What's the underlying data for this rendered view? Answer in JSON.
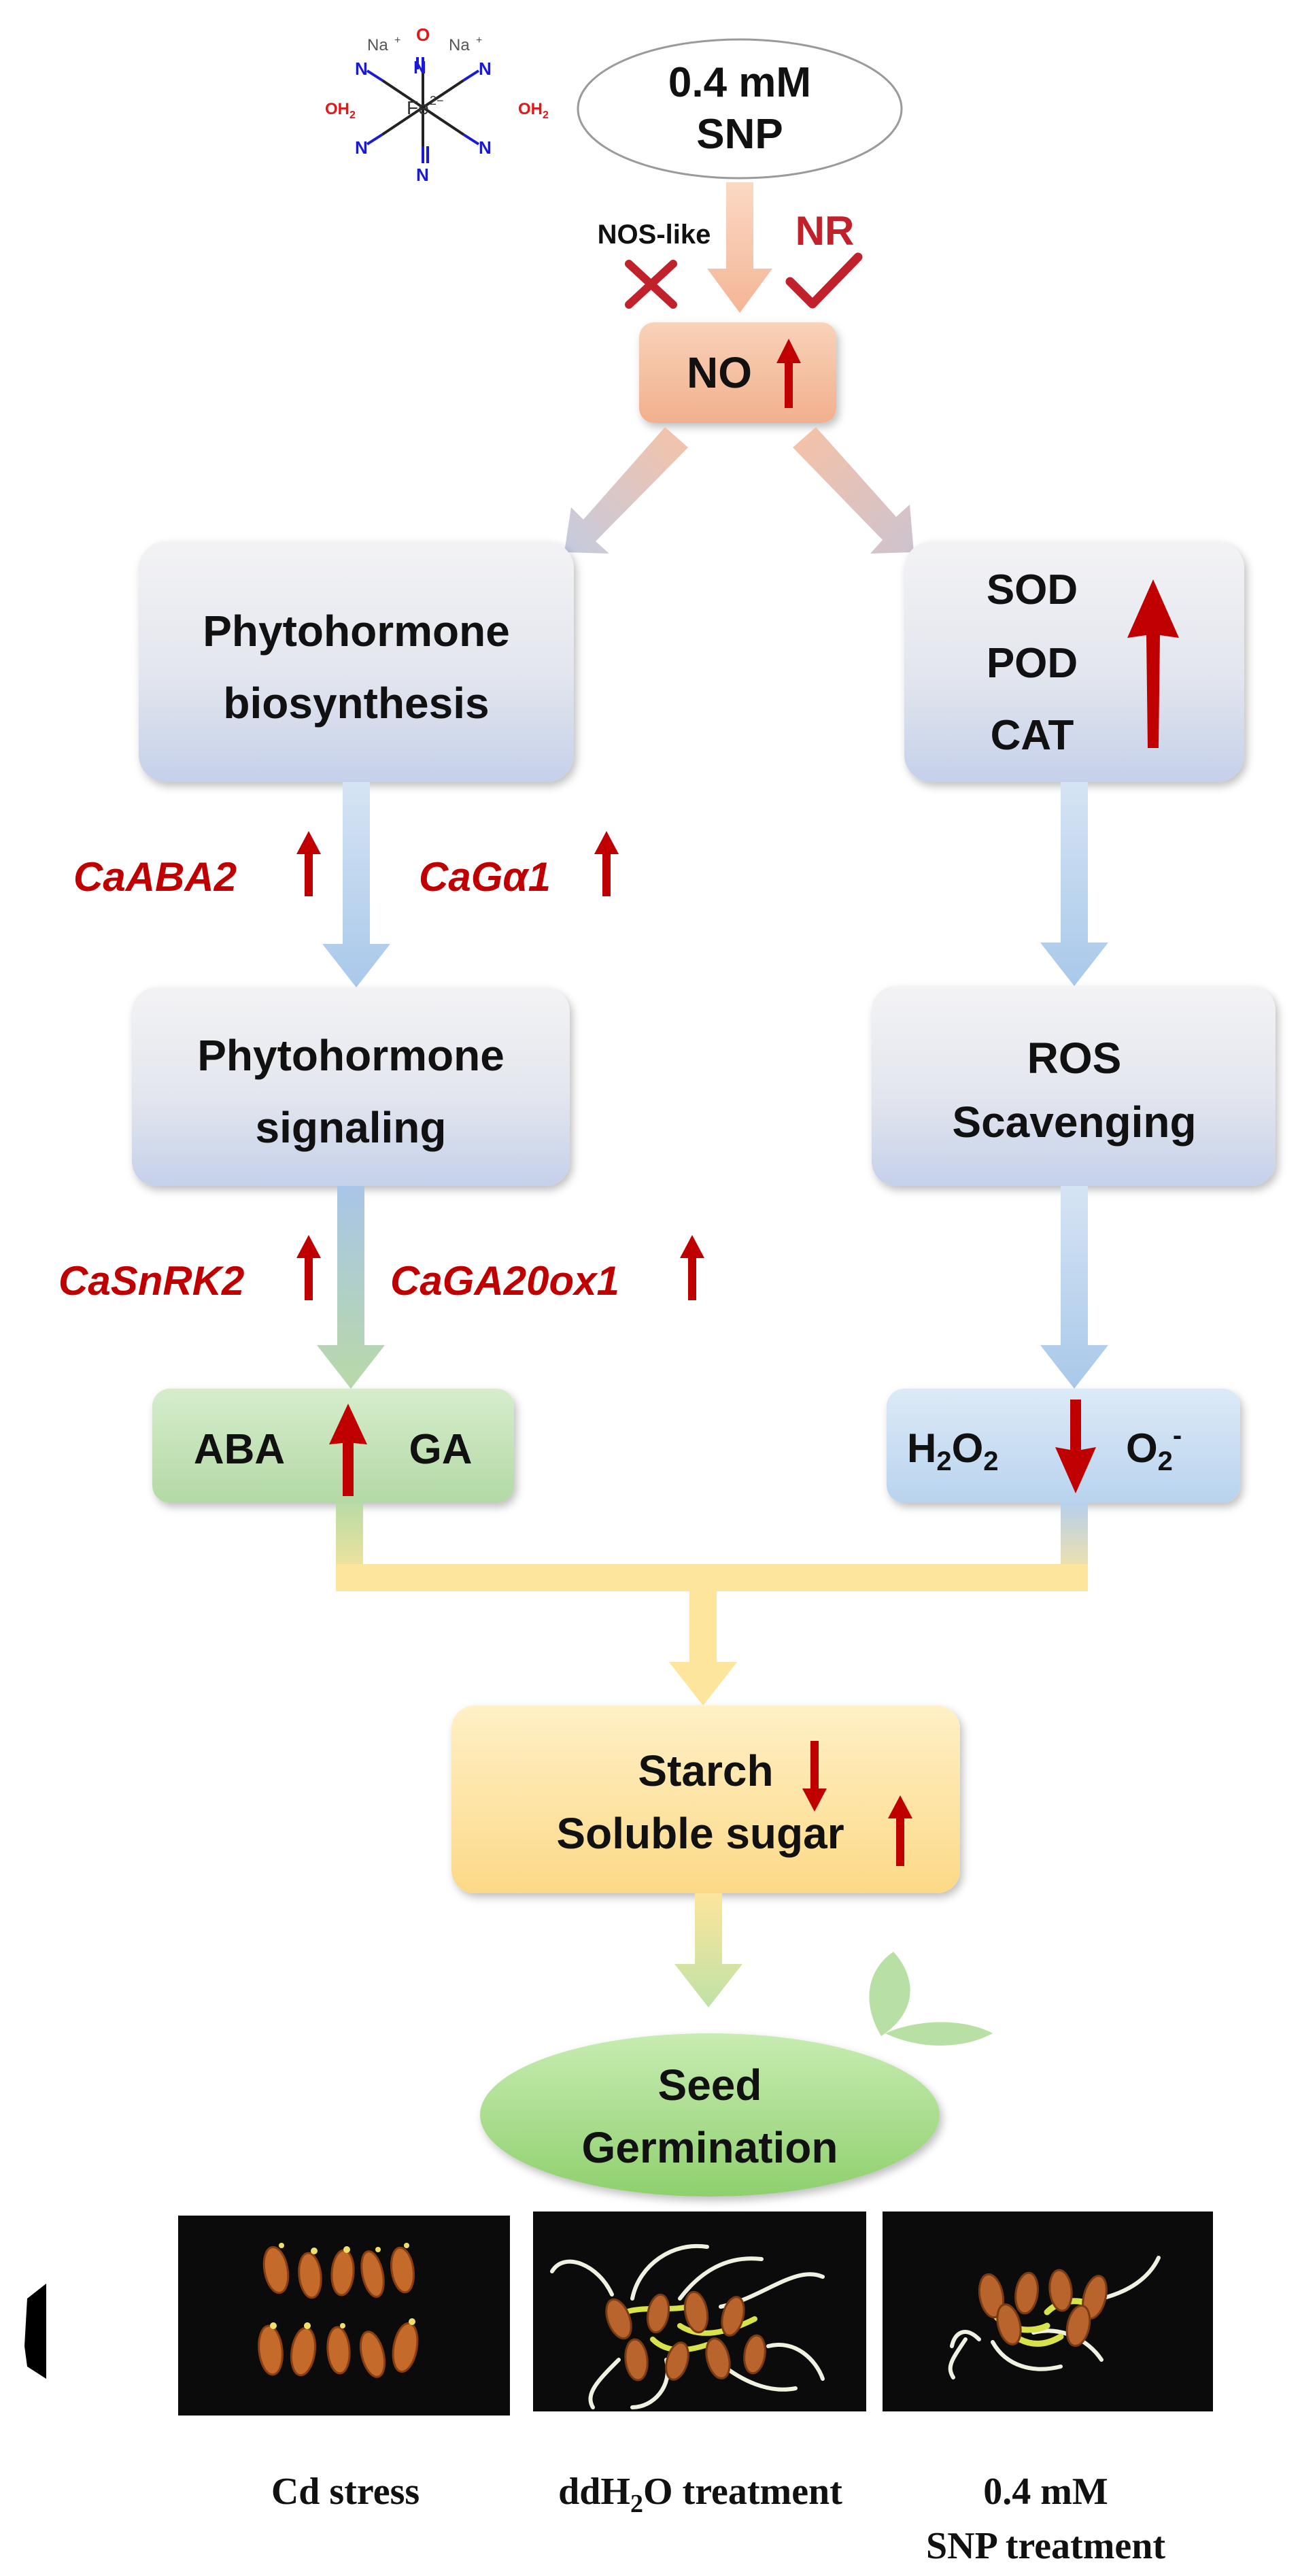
{
  "molecule": {
    "fe": "Fe",
    "fe_charge": "2−",
    "nitrosyl_o": "O",
    "nitrosyl_n": "N",
    "ligand_n": "N",
    "na1": "Na",
    "na2": "Na",
    "na_charge": "+",
    "oh2_left": "OH",
    "oh2_right": "OH",
    "oh2_sub": "2"
  },
  "snp": {
    "line1": "0.4 mM",
    "line2": "SNP"
  },
  "nos_like": "NOS-like",
  "nr": "NR",
  "no": "NO",
  "phyto_bio": {
    "line1": "Phytohormone",
    "line2": "biosynthesis"
  },
  "enzymes": {
    "sod": "SOD",
    "pod": "POD",
    "cat": "CAT"
  },
  "gene_abab2": "CaABA2",
  "gene_gaa1": "CaGα1",
  "phyto_sig": {
    "line1": "Phytohormone",
    "line2": "signaling"
  },
  "ros": {
    "line1": "ROS",
    "line2": "Scavenging"
  },
  "gene_snrk2": "CaSnRK2",
  "gene_ga20ox1": "CaGA20ox1",
  "aba": "ABA",
  "ga": "GA",
  "h2o2": {
    "h": "H",
    "sub1": "2",
    "o": "O",
    "sub2": "2"
  },
  "o2": {
    "o": "O",
    "sub": "2",
    "sup": "-"
  },
  "sugar": {
    "starch": "Starch",
    "soluble": "Soluble sugar"
  },
  "germ": {
    "line1": "Seed",
    "line2": "Germination"
  },
  "captions": {
    "cd": "Cd stress",
    "dd_pre": "ddH",
    "dd_sub": "2",
    "dd_post": "O treatment",
    "snp_line1": "0.4 mM",
    "snp_line2": "SNP treatment"
  },
  "colors": {
    "up_arrow_red": "#c00000",
    "gene_text_red": "#c00000",
    "cross_red": "#c0212b",
    "no_box": "#f6c6a6",
    "gray_box_top": "#ececf0",
    "gray_box_bottom": "#c9d3ea",
    "aba_box": "#bfe0b4",
    "h2o2_box": "#c6dcf1",
    "sugar_box": "#fde3a2",
    "germ_ellipse": "#a6dc8a",
    "leaf": "#b8e0a4",
    "photo_bg": "#0b0b0b"
  }
}
